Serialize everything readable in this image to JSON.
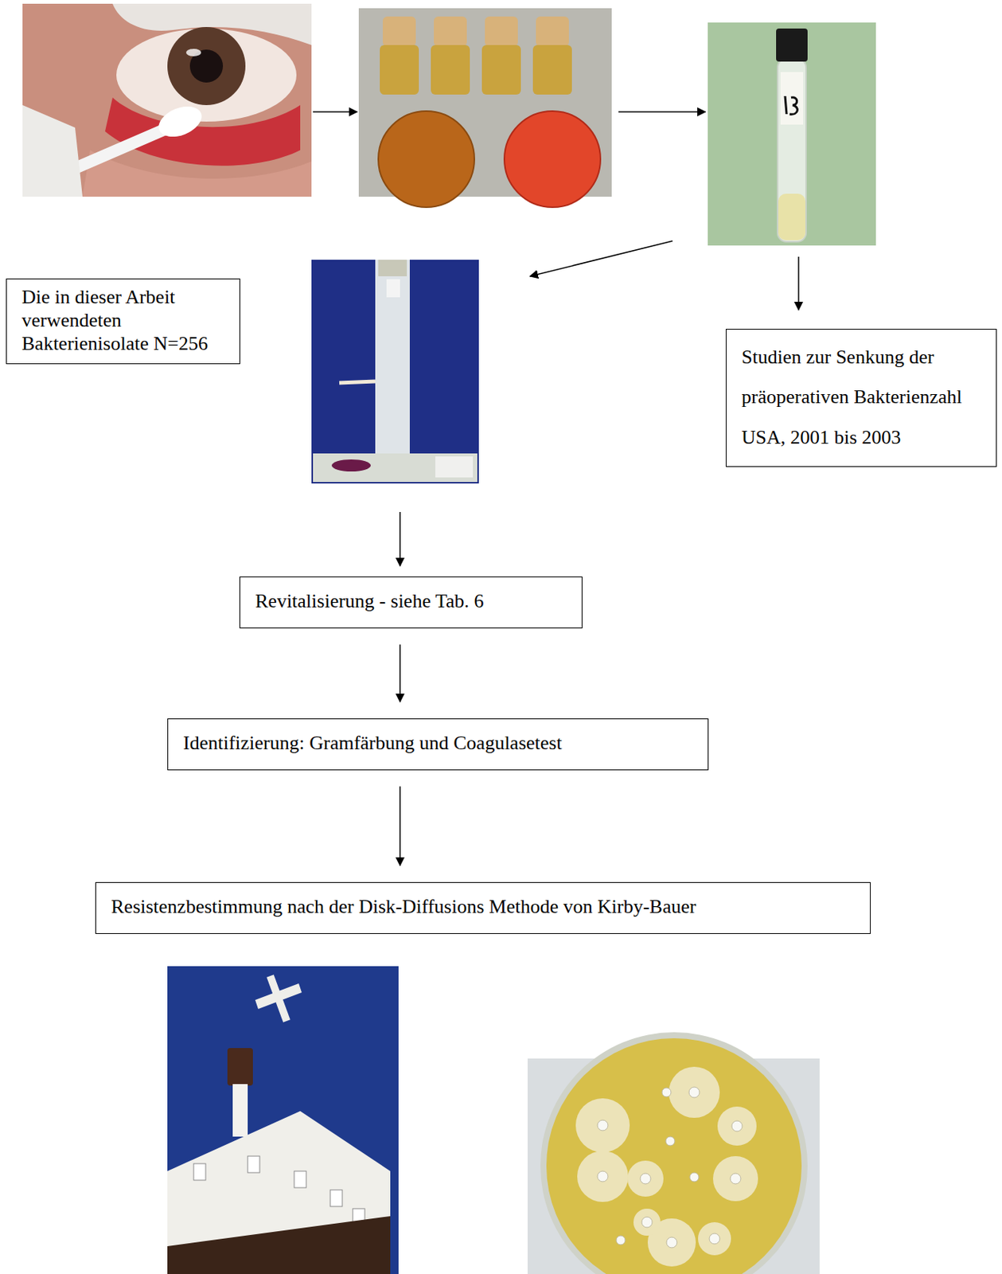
{
  "diagram": {
    "nodes": [
      {
        "text": [
          "Die in dieser Arbeit verwendeten Bakterienisolate N=256"
        ]
      },
      {
        "text": [
          "Studien zur Senkung der präoperativen Bakterienzahl USA, 2001 bis 2003"
        ]
      },
      {
        "text": [
          "Revitalisierung - siehe Tab. 6"
        ]
      },
      {
        "text": [
          "Identifizierung: Gramfärbung und Coagulasetest"
        ]
      },
      {
        "text": [
          "Resistenzbestimmung nach der Disk-Diffusions Methode von Kirby-Bauer"
        ]
      }
    ],
    "edges": [
      {
        "from": 2,
        "to": 3,
        "arrow": "to"
      },
      {
        "from": 3,
        "to": 4,
        "arrow": "to"
      }
    ]
  }
}
